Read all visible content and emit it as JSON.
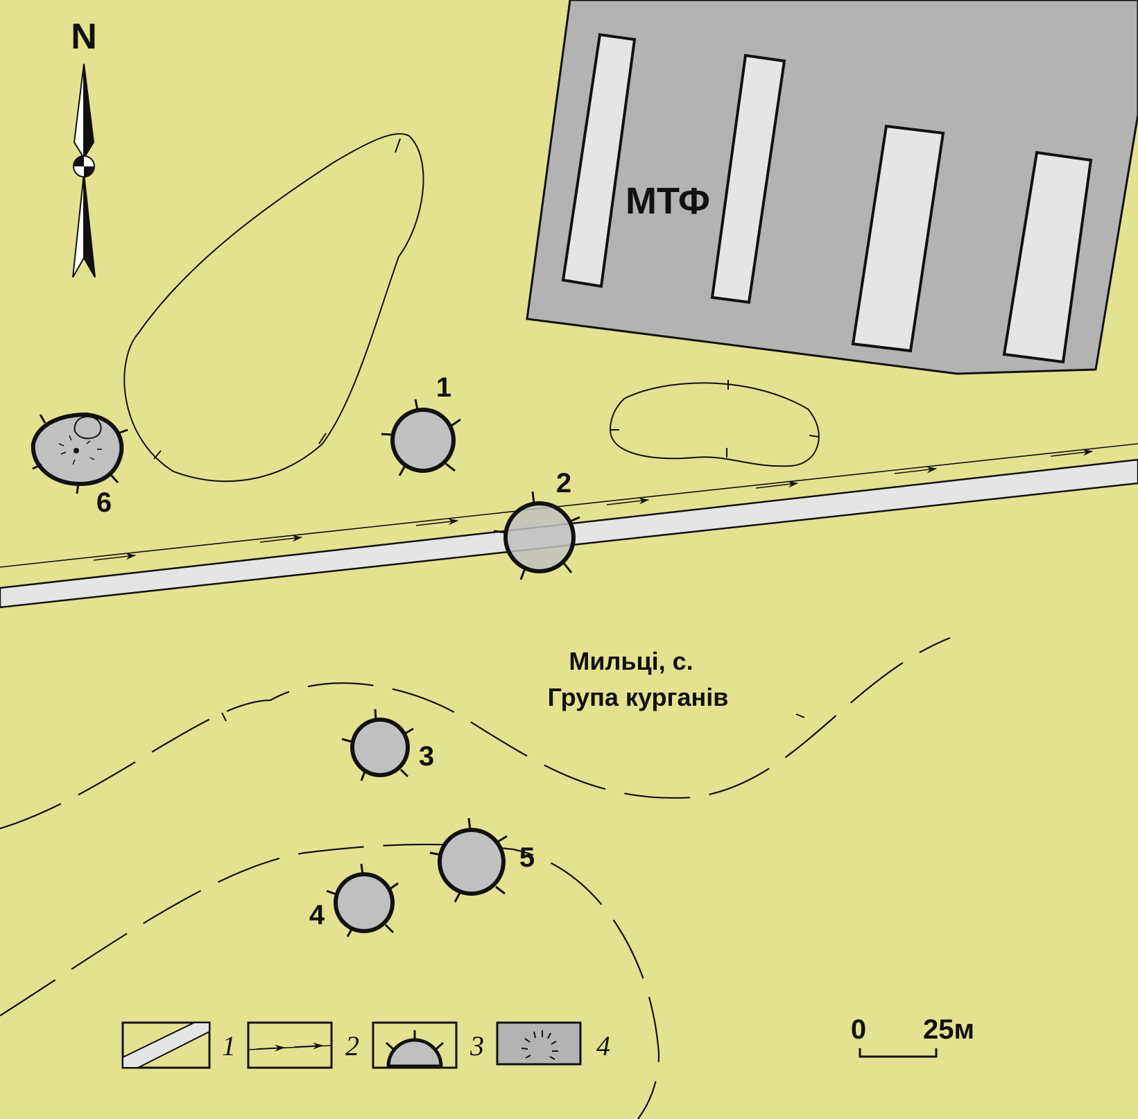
{
  "title": {
    "line1": "Мильці, с.",
    "line2": "Група курганів"
  },
  "farm_label": "МТФ",
  "north": "N",
  "kurgans": [
    {
      "id": "1",
      "label": "1",
      "type": "round"
    },
    {
      "id": "2",
      "label": "2",
      "type": "round-on-road"
    },
    {
      "id": "3",
      "label": "3",
      "type": "round"
    },
    {
      "id": "4",
      "label": "4",
      "type": "round"
    },
    {
      "id": "5",
      "label": "5",
      "type": "round"
    },
    {
      "id": "6",
      "label": "6",
      "type": "disturbed"
    }
  ],
  "legend": [
    {
      "num": "1",
      "meaning": "road"
    },
    {
      "num": "2",
      "meaning": "path-arrows"
    },
    {
      "num": "3",
      "meaning": "kurgan"
    },
    {
      "num": "4",
      "meaning": "disturbed-kurgan"
    }
  ],
  "scale": {
    "start": "0",
    "end": "25м"
  },
  "colors": {
    "background": "#e3e290",
    "farm": "#b3b3b3",
    "buildings": "#e5e5e5",
    "mound": "#c0c0c0",
    "road": "#e5e5e5"
  }
}
